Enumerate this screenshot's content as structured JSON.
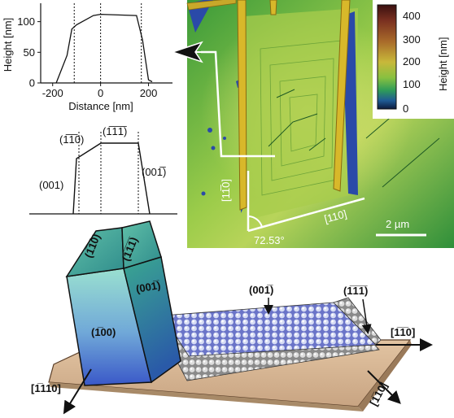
{
  "profile_plot": {
    "ylabel": "Height [nm]",
    "xlabel": "Distance [nm]",
    "y_ticks": [
      "0",
      "50",
      "100"
    ],
    "x_ticks": [
      "-200",
      "0",
      "200"
    ],
    "chart_data": {
      "type": "line",
      "x": [
        -185,
        -140,
        -120,
        -100,
        -30,
        0,
        150,
        175,
        200,
        215
      ],
      "y": [
        0,
        45,
        88,
        95,
        110,
        112,
        110,
        70,
        5,
        2
      ],
      "xlim": [
        -250,
        300
      ],
      "ylim": [
        0,
        130
      ],
      "vlines": [
        -110,
        0,
        170
      ]
    }
  },
  "schematic_profile": {
    "facet_left": "(1̅1̅0)",
    "facet_top": "(1̅1̅1̅)",
    "side_left": "(001)",
    "side_right": "(001̅)"
  },
  "afm_image": {
    "direction_vertical": "[11̅0]",
    "direction_horizontal": "[110]",
    "angle": "72.53°",
    "scalebar": "2 µm",
    "colorbar": {
      "ticks": [
        "400",
        "300",
        "200",
        "100",
        "0"
      ],
      "label": "Height [nm]",
      "colors": [
        "#4a1a14",
        "#8a4a24",
        "#b08030",
        "#c8c040",
        "#80b83c",
        "#2ea050",
        "#20508c",
        "#101838"
      ]
    }
  },
  "crystal": {
    "face_top_left": "(1̅1̅0)",
    "face_top_right": "(1̅1̅1̅)",
    "face_front": "(1̅00)",
    "face_right": "(001̅)",
    "rod_label_top": "(001̅)",
    "rod_label_end": "(1̅1̅1̅)",
    "axis_right": "[1̅1̅0]",
    "axis_left": "[1̅110]",
    "axis_diag": "[1̅10]"
  }
}
